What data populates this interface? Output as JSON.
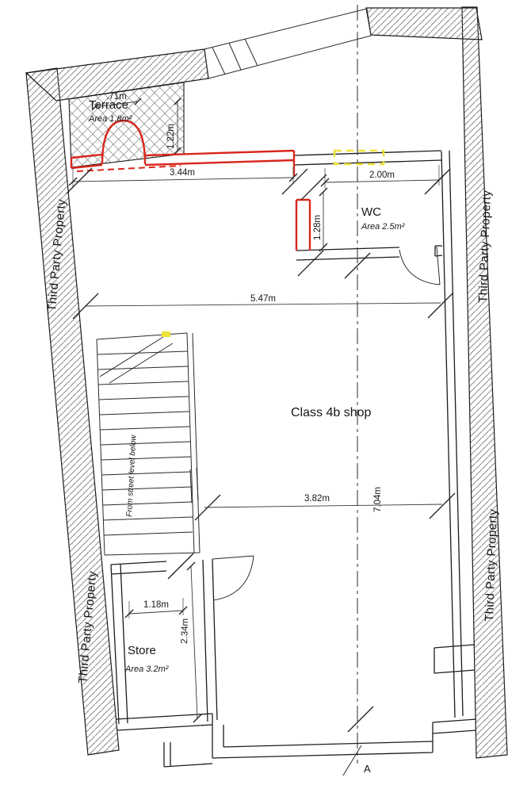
{
  "rooms": {
    "terrace": {
      "label": "Terrace",
      "area": "Area 1.8m²"
    },
    "wc": {
      "label": "WC",
      "area": "Area 2.5m²"
    },
    "shop": {
      "label": "Class 4b shop"
    },
    "store": {
      "label": "Store",
      "area": "Area 3.2m²"
    }
  },
  "annotations": {
    "third_party_property": "Third Party Property",
    "stairs_note": "From street level below",
    "section_marker": "A"
  },
  "dimensions": {
    "terrace_width": ".71m",
    "terrace_depth": "1.22m",
    "front_wall": "3.44m",
    "wc_width": "2.00m",
    "wc_depth": "1.28m",
    "shop_width_rear": "5.47m",
    "shop_width_front": "3.82m",
    "shop_depth": "7.04m",
    "store_width": "1.18m",
    "store_depth": "2.34m"
  },
  "colors": {
    "proposed_wall_red": "#d9261c",
    "highlight_yellow": "#ece239",
    "line_black": "#1c1c1c",
    "hatch_gray": "#8a8a8a"
  }
}
